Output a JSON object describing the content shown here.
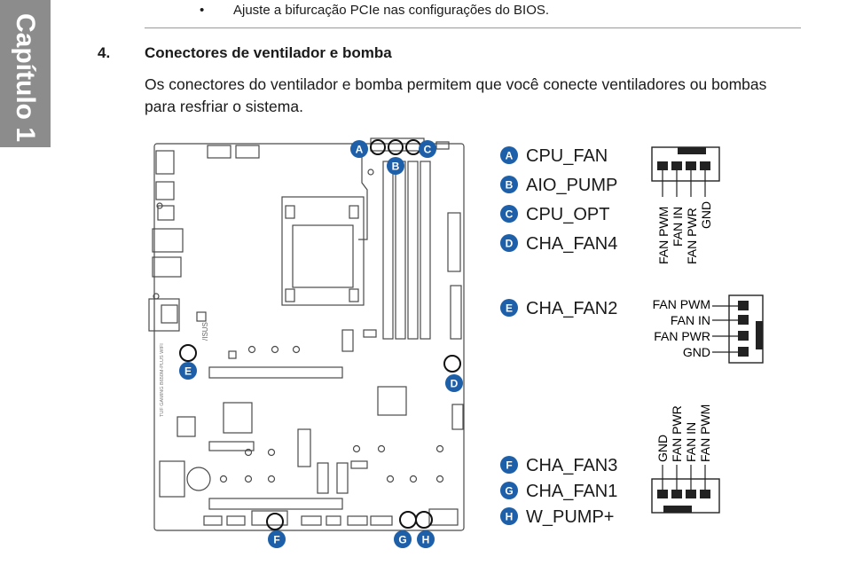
{
  "chapter_tab": "Capítulo 1",
  "bullet": {
    "text": "Ajuste a bifurcação PCIe nas configurações do BIOS."
  },
  "section": {
    "number": "4.",
    "title": "Conectores de ventilador e bomba",
    "description": "Os conectores do ventilador e bomba permitem que você conecte ventiladores ou bombas para resfriar o sistema."
  },
  "board": {
    "silkscreen_brand": "/ISUS",
    "silkscreen_model": "TUF GAMING B650M-PLUS WIFI",
    "markers": [
      "A",
      "B",
      "C",
      "D",
      "E",
      "F",
      "G",
      "H"
    ]
  },
  "legend": [
    {
      "letter": "A",
      "name": "CPU_FAN"
    },
    {
      "letter": "B",
      "name": "AIO_PUMP"
    },
    {
      "letter": "C",
      "name": "CPU_OPT"
    },
    {
      "letter": "D",
      "name": "CHA_FAN4"
    },
    {
      "letter": "E",
      "name": "CHA_FAN2"
    },
    {
      "letter": "F",
      "name": "CHA_FAN3"
    },
    {
      "letter": "G",
      "name": "CHA_FAN1"
    },
    {
      "letter": "H",
      "name": "W_PUMP+"
    }
  ],
  "pinouts": {
    "top": [
      "FAN PWM",
      "FAN IN",
      "FAN PWR",
      "GND"
    ],
    "middle": [
      "FAN PWM",
      "FAN IN",
      "FAN PWR",
      "GND"
    ],
    "bottom": [
      "GND",
      "FAN PWR",
      "FAN IN",
      "FAN PWM"
    ]
  },
  "colors": {
    "marker_blue": "#1d5fa8",
    "line": "#222222",
    "board_line": "#4a4a4a",
    "tab_gray": "#8c8c8c"
  }
}
